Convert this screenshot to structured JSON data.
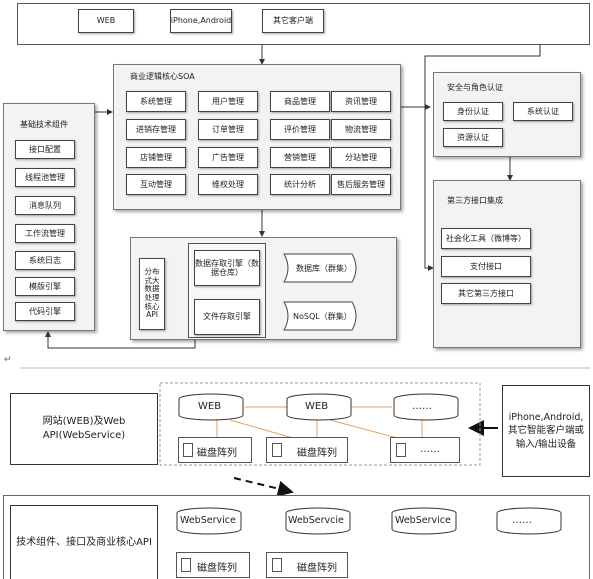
{
  "top_diagram": {
    "clients": {
      "web": "WEB",
      "iphone_android": "iPhone,Android",
      "other": "其它客户端"
    },
    "soa": {
      "title": "商业逻辑核心SOA",
      "modules": [
        "系统管理",
        "用户管理",
        "商品管理",
        "资讯管理",
        "进销存管理",
        "订单管理",
        "评价管理",
        "物流管理",
        "店铺管理",
        "广告管理",
        "营销管理",
        "分站管理",
        "互动管理",
        "维权处理",
        "统计分析",
        "售后服务管理"
      ]
    },
    "base_components": {
      "title": "基础技术组件",
      "items": [
        "接口配置",
        "线程池管理",
        "消息队列",
        "工作流管理",
        "系统日志",
        "模版引擎",
        "代码引擎"
      ]
    },
    "security": {
      "title": "安全与角色认证",
      "items": [
        "身份认证",
        "系统认证",
        "资源认证"
      ]
    },
    "third_party": {
      "title": "第三方接口集成",
      "items": [
        "社会化工具（微博等）",
        "支付接口",
        "其它第三方接口"
      ]
    },
    "data_layer": {
      "distributed_api": "分布式大数据处理核心API",
      "engines": [
        "数据存取引擎（数据仓库）",
        "文件存取引擎"
      ],
      "stores": [
        "数据库（群集）",
        "NoSQL（群集）"
      ]
    }
  },
  "deploy_diagram": {
    "web_site": "网站(WEB)及Web API(WebService)",
    "devices": "iPhone,Android,其它智能客户端或输入/输出设备",
    "row1_servers": [
      "WEB",
      "WEB",
      "……"
    ],
    "row1_disks": [
      "磁盘阵列",
      "磁盘阵列",
      "……"
    ],
    "core": "技术组件、接口及商业核心API",
    "row2_servers": [
      "WebService",
      "WebServcie",
      "WebService",
      "……"
    ],
    "row2_disks": [
      "磁盘阵列",
      "磁盘阵列"
    ]
  }
}
